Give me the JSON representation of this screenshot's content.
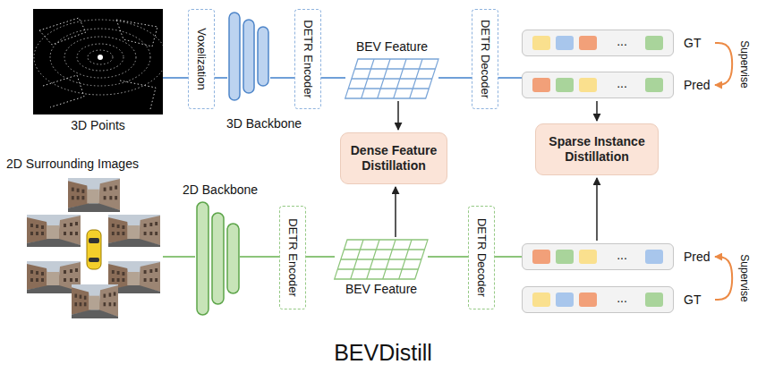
{
  "diagram": {
    "caption": "BEVDistill",
    "nodes": [
      {
        "text": [
          "3D Points"
        ]
      },
      {
        "text": [
          "Voxelization"
        ]
      },
      {
        "text": [
          "3D Backbone"
        ]
      },
      {
        "text": [
          "DETR Encoder"
        ]
      },
      {
        "text": [
          "BEV Feature"
        ]
      },
      {
        "text": [
          "DETR Decoder"
        ]
      },
      {
        "text": [
          "...",
          "GT"
        ]
      },
      {
        "text": [
          "...",
          "Pred"
        ]
      },
      {
        "text": [
          "Dense Feature Distillation"
        ]
      },
      {
        "text": [
          "Sparse Instance Distillation"
        ]
      },
      {
        "text": [
          "2D Surrounding Images"
        ]
      },
      {
        "text": [
          "2D Backbone"
        ]
      },
      {
        "text": [
          "DETR Encoder"
        ]
      },
      {
        "text": [
          "BEV Feature"
        ]
      },
      {
        "text": [
          "DETR Decoder"
        ]
      },
      {
        "text": [
          "...",
          "Pred"
        ]
      },
      {
        "text": [
          "...",
          "GT"
        ]
      }
    ],
    "edges": [
      {
        "from": 0,
        "to": 1,
        "arrow": "none"
      },
      {
        "from": 1,
        "to": 2,
        "arrow": "none"
      },
      {
        "from": 2,
        "to": 3,
        "arrow": "none"
      },
      {
        "from": 3,
        "to": 4,
        "arrow": "none"
      },
      {
        "from": 4,
        "to": 5,
        "arrow": "none"
      },
      {
        "from": 5,
        "to": 7,
        "arrow": "none"
      },
      {
        "from": 4,
        "to": 8,
        "arrow": "to"
      },
      {
        "from": 7,
        "to": 9,
        "arrow": "to"
      },
      {
        "from": 6,
        "to": 7,
        "label": "Supervise",
        "arrow": "to"
      },
      {
        "from": 10,
        "to": 11,
        "arrow": "none"
      },
      {
        "from": 11,
        "to": 12,
        "arrow": "none"
      },
      {
        "from": 12,
        "to": 13,
        "arrow": "none"
      },
      {
        "from": 13,
        "to": 14,
        "arrow": "none"
      },
      {
        "from": 14,
        "to": 15,
        "arrow": "none"
      },
      {
        "from": 13,
        "to": 8,
        "arrow": "to"
      },
      {
        "from": 15,
        "to": 9,
        "arrow": "to"
      },
      {
        "from": 16,
        "to": 15,
        "label": "Supervise",
        "arrow": "to"
      }
    ]
  }
}
